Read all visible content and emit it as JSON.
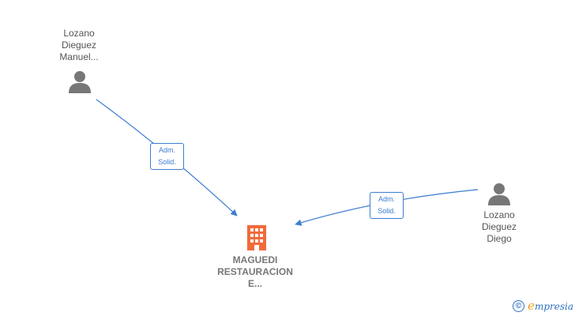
{
  "nodes": {
    "person1": {
      "name_lines": [
        "Lozano",
        "Dieguez",
        "Manuel..."
      ],
      "icon": "person-icon"
    },
    "person2": {
      "name_lines": [
        "Lozano",
        "Dieguez",
        "Diego"
      ],
      "icon": "person-icon"
    },
    "company": {
      "name_lines": [
        "MAGUEDI",
        "RESTAURACION",
        "E..."
      ],
      "icon": "building-icon"
    }
  },
  "edges": [
    {
      "from": "person1",
      "to": "company",
      "label_lines": [
        "Adm.",
        "Solid."
      ]
    },
    {
      "from": "person2",
      "to": "company",
      "label_lines": [
        "Adm.",
        "Solid."
      ]
    }
  ],
  "colors": {
    "edge": "#3b7dd1",
    "person_icon": "#777777",
    "company_icon": "#f26a3a",
    "brand": "#2a6fc0"
  },
  "brand": {
    "copyright_symbol": "©",
    "first_letter": "e",
    "rest": "mpresia"
  }
}
